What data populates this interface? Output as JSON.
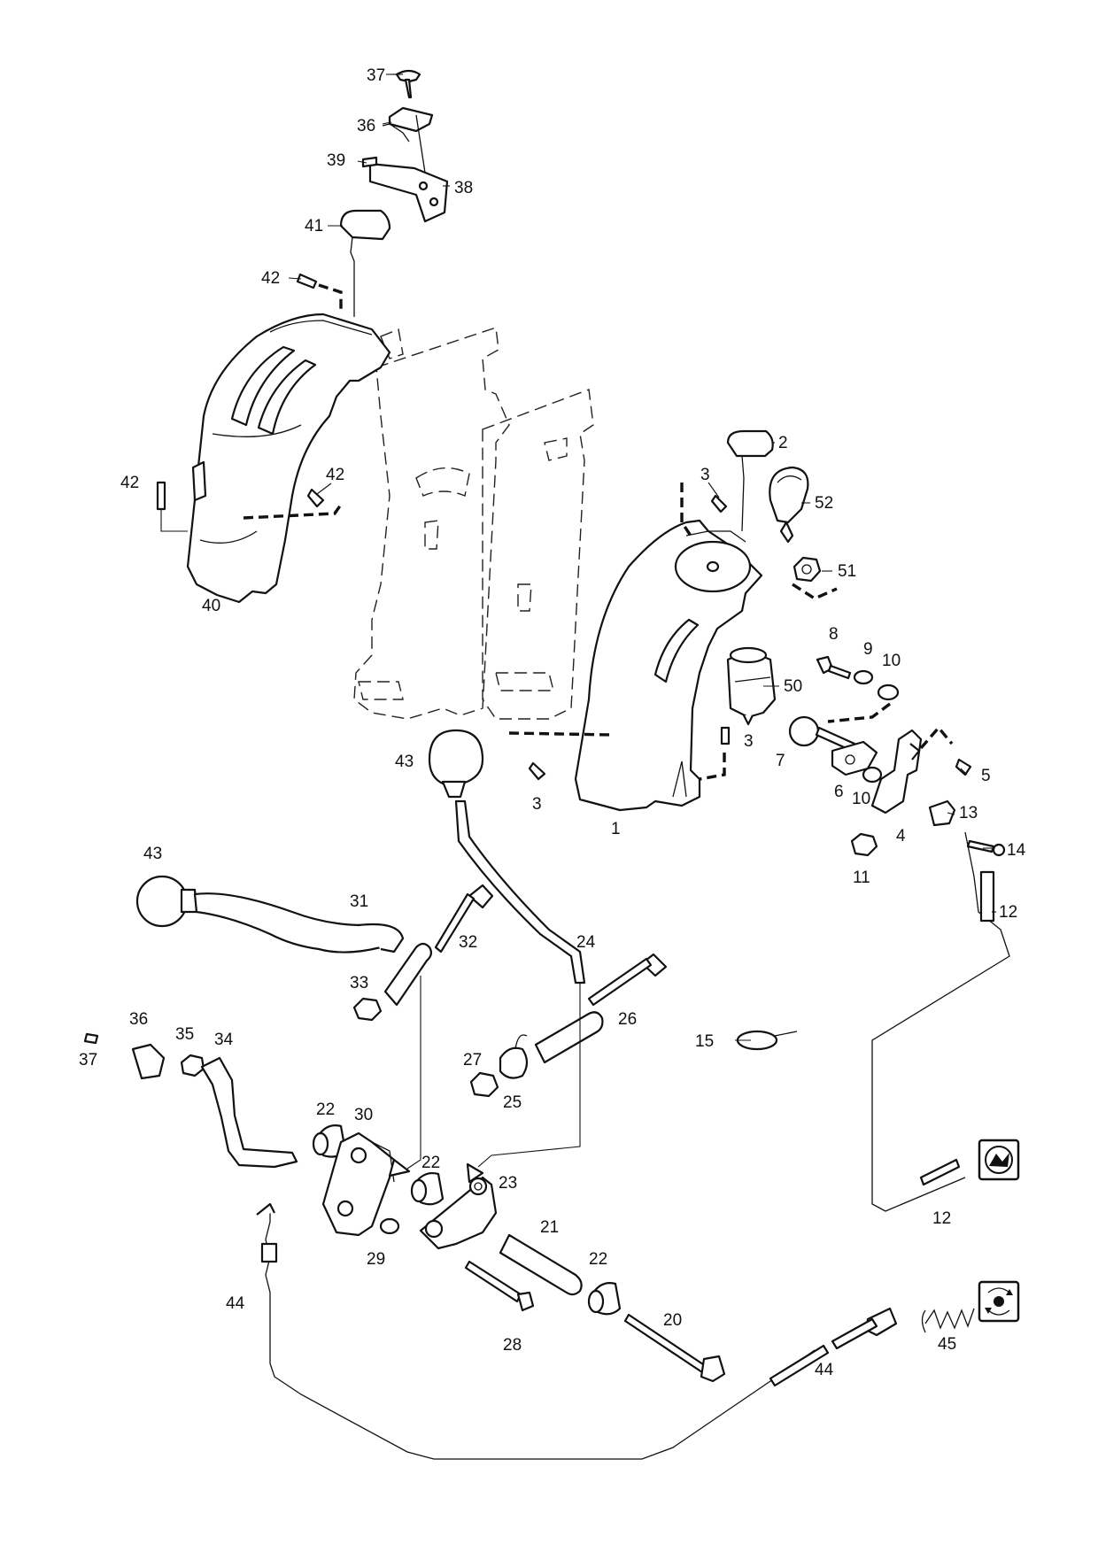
{
  "labels": [
    {
      "id": "l37a",
      "text": "37"
    },
    {
      "id": "l36a",
      "text": "36"
    },
    {
      "id": "l39",
      "text": "39"
    },
    {
      "id": "l38",
      "text": "38"
    },
    {
      "id": "l41",
      "text": "41"
    },
    {
      "id": "l42a",
      "text": "42"
    },
    {
      "id": "l42b",
      "text": "42"
    },
    {
      "id": "l42c",
      "text": "42"
    },
    {
      "id": "l40",
      "text": "40"
    },
    {
      "id": "l2",
      "text": "2"
    },
    {
      "id": "l3a",
      "text": "3"
    },
    {
      "id": "l52",
      "text": "52"
    },
    {
      "id": "l51",
      "text": "51"
    },
    {
      "id": "l8",
      "text": "8"
    },
    {
      "id": "l9",
      "text": "9"
    },
    {
      "id": "l10a",
      "text": "10"
    },
    {
      "id": "l50",
      "text": "50"
    },
    {
      "id": "l3b",
      "text": "3"
    },
    {
      "id": "l7",
      "text": "7"
    },
    {
      "id": "l6",
      "text": "6"
    },
    {
      "id": "l10b",
      "text": "10"
    },
    {
      "id": "l5",
      "text": "5"
    },
    {
      "id": "l13",
      "text": "13"
    },
    {
      "id": "l4",
      "text": "4"
    },
    {
      "id": "l14",
      "text": "14"
    },
    {
      "id": "l11",
      "text": "11"
    },
    {
      "id": "l1",
      "text": "1"
    },
    {
      "id": "l3c",
      "text": "3"
    },
    {
      "id": "l43a",
      "text": "43"
    },
    {
      "id": "l43b",
      "text": "43"
    },
    {
      "id": "l31",
      "text": "31"
    },
    {
      "id": "l32",
      "text": "32"
    },
    {
      "id": "l24",
      "text": "24"
    },
    {
      "id": "l33",
      "text": "33"
    },
    {
      "id": "l12a",
      "text": "12"
    },
    {
      "id": "l26",
      "text": "26"
    },
    {
      "id": "l15",
      "text": "15"
    },
    {
      "id": "l36b",
      "text": "36"
    },
    {
      "id": "l35",
      "text": "35"
    },
    {
      "id": "l34",
      "text": "34"
    },
    {
      "id": "l37b",
      "text": "37"
    },
    {
      "id": "l27",
      "text": "27"
    },
    {
      "id": "l25",
      "text": "25"
    },
    {
      "id": "l22a",
      "text": "22"
    },
    {
      "id": "l30",
      "text": "30"
    },
    {
      "id": "l22b",
      "text": "22"
    },
    {
      "id": "l23",
      "text": "23"
    },
    {
      "id": "l21",
      "text": "21"
    },
    {
      "id": "l29",
      "text": "29"
    },
    {
      "id": "l22c",
      "text": "22"
    },
    {
      "id": "l44a",
      "text": "44"
    },
    {
      "id": "l12b",
      "text": "12"
    },
    {
      "id": "l20",
      "text": "20"
    },
    {
      "id": "l28",
      "text": "28"
    },
    {
      "id": "l44b",
      "text": "44"
    },
    {
      "id": "l45",
      "text": "45"
    }
  ],
  "symbols": [
    {
      "name": "speed-symbol-icon"
    },
    {
      "name": "auger-symbol-icon"
    }
  ]
}
